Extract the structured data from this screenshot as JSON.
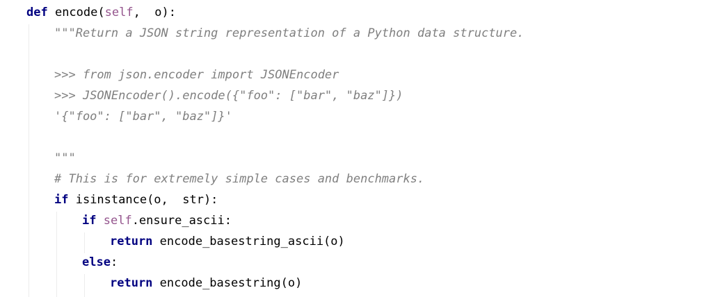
{
  "editor": {
    "lines": [
      {
        "indent": 0,
        "tokens": [
          {
            "t": "def",
            "c": "kw"
          },
          {
            "t": " encode",
            "c": "fn"
          },
          {
            "t": "(",
            "c": "punc"
          },
          {
            "t": "self",
            "c": "self"
          },
          {
            "t": ",  o):",
            "c": "punc"
          }
        ]
      },
      {
        "indent": 1,
        "tokens": [
          {
            "t": "\"\"\"Return a JSON string representation of a Python data structure.",
            "c": "doc"
          }
        ]
      },
      {
        "indent": 1,
        "tokens": []
      },
      {
        "indent": 1,
        "tokens": [
          {
            "t": ">>> from json.encoder import JSONEncoder",
            "c": "doc"
          }
        ]
      },
      {
        "indent": 1,
        "tokens": [
          {
            "t": ">>> JSONEncoder().encode({\"foo\": [\"bar\", \"baz\"]})",
            "c": "doc"
          }
        ]
      },
      {
        "indent": 1,
        "tokens": [
          {
            "t": "'{\"foo\": [\"bar\", \"baz\"]}'",
            "c": "doc"
          }
        ]
      },
      {
        "indent": 1,
        "tokens": []
      },
      {
        "indent": 1,
        "tokens": [
          {
            "t": "\"\"\"",
            "c": "doc"
          }
        ]
      },
      {
        "indent": 1,
        "tokens": [
          {
            "t": "# This is for extremely simple cases and benchmarks.",
            "c": "cmt"
          }
        ]
      },
      {
        "indent": 1,
        "tokens": [
          {
            "t": "if",
            "c": "kw"
          },
          {
            "t": " isinstance(o,  str):",
            "c": "punc"
          }
        ]
      },
      {
        "indent": 2,
        "tokens": [
          {
            "t": "if",
            "c": "kw"
          },
          {
            "t": " ",
            "c": "punc"
          },
          {
            "t": "self",
            "c": "self"
          },
          {
            "t": ".ensure_ascii:",
            "c": "punc"
          }
        ]
      },
      {
        "indent": 3,
        "tokens": [
          {
            "t": "return",
            "c": "kw"
          },
          {
            "t": " encode_basestring_ascii(o)",
            "c": "punc"
          }
        ]
      },
      {
        "indent": 2,
        "tokens": [
          {
            "t": "else",
            "c": "kw"
          },
          {
            "t": ":",
            "c": "punc"
          }
        ]
      },
      {
        "indent": 3,
        "tokens": [
          {
            "t": "return",
            "c": "kw"
          },
          {
            "t": " encode_basestring(o)",
            "c": "punc"
          }
        ]
      }
    ]
  },
  "colors": {
    "keyword": "#000080",
    "self": "#94558d",
    "docstring": "#7f7f7f",
    "comment": "#808080",
    "background": "#ffffff",
    "indent_guide": "#ececec"
  }
}
